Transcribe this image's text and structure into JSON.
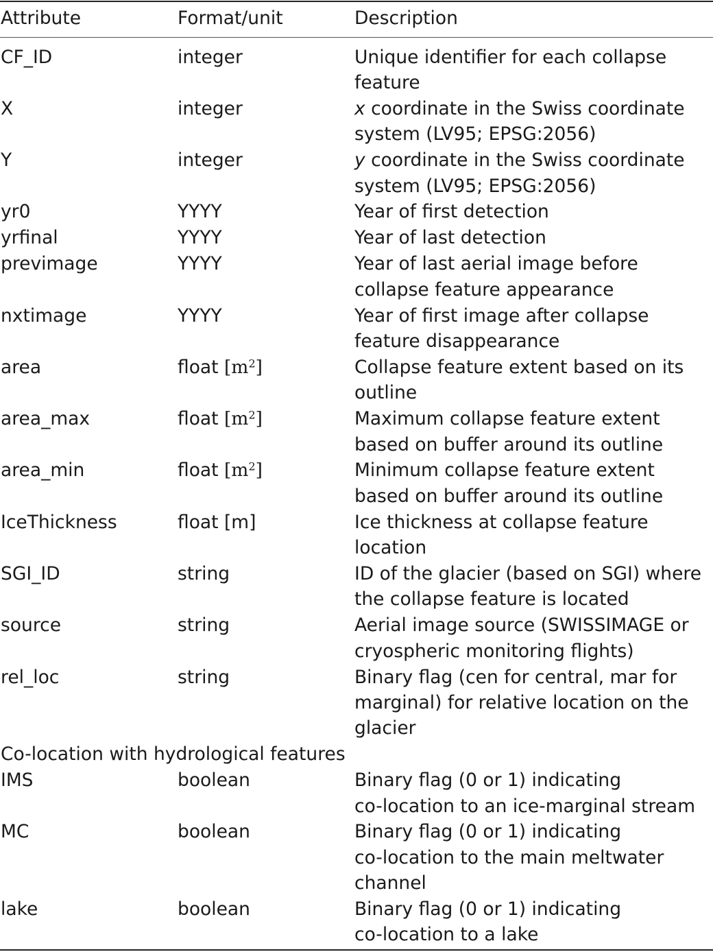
{
  "header": {
    "attribute": "Attribute",
    "format": "Format/unit",
    "description": "Description"
  },
  "rows": [
    {
      "attribute": "CF_ID",
      "format": "integer",
      "description": [
        "Unique identifier for each collapse",
        "feature"
      ]
    },
    {
      "attribute": "X",
      "format": "integer",
      "desc_var": "x",
      "description": [
        " coordinate in the Swiss coordinate",
        "system (LV95; EPSG:2056)"
      ]
    },
    {
      "attribute": "Y",
      "format": "integer",
      "desc_var": "y",
      "description": [
        " coordinate in the Swiss coordinate",
        "system (LV95; EPSG:2056)"
      ]
    },
    {
      "attribute": "yr0",
      "format": "YYYY",
      "description": [
        "Year of first detection"
      ]
    },
    {
      "attribute": "yrfinal",
      "format": "YYYY",
      "description": [
        "Year of last detection"
      ]
    },
    {
      "attribute": "previmage",
      "format": "YYYY",
      "description": [
        "Year of last aerial image before",
        "collapse feature appearance"
      ]
    },
    {
      "attribute": "nxtimage",
      "format": "YYYY",
      "description": [
        "Year of first image after collapse",
        "feature disappearance"
      ]
    },
    {
      "attribute": "area",
      "format_prefix": "float ",
      "unit": "[m",
      "unit_sup": "2",
      "unit_close": "]",
      "description": [
        "Collapse feature extent based on its",
        "outline"
      ]
    },
    {
      "attribute": "area_max",
      "format_prefix": "float ",
      "unit": "[m",
      "unit_sup": "2",
      "unit_close": "]",
      "description": [
        "Maximum collapse feature extent",
        "based on buffer around its outline"
      ]
    },
    {
      "attribute": "area_min",
      "format_prefix": "float ",
      "unit": "[m",
      "unit_sup": "2",
      "unit_close": "]",
      "description": [
        "Minimum collapse feature extent",
        "based on buffer around its outline"
      ]
    },
    {
      "attribute": "IceThickness",
      "format": "float [m]",
      "description": [
        "Ice thickness at collapse feature",
        "location"
      ]
    },
    {
      "attribute": "SGI_ID",
      "format": "string",
      "description": [
        "ID of the glacier (based on SGI) where",
        "the collapse feature is located"
      ]
    },
    {
      "attribute": "source",
      "format": "string",
      "description": [
        "Aerial image source (SWISSIMAGE or",
        "cryospheric monitoring flights)"
      ]
    },
    {
      "attribute": "rel_loc",
      "format": "string",
      "description": [
        "Binary flag (cen for central, mar for",
        "marginal) for relative location on the",
        "glacier"
      ]
    }
  ],
  "section_label": "Co-location with hydrological features",
  "rows2": [
    {
      "attribute": "IMS",
      "format": "boolean",
      "description": [
        "Binary flag (0 or 1) indicating",
        "co-location to an ice-marginal stream"
      ]
    },
    {
      "attribute": "MC",
      "format": "boolean",
      "description": [
        "Binary flag (0 or 1) indicating",
        "co-location to the main meltwater",
        "channel"
      ]
    },
    {
      "attribute": "lake",
      "format": "boolean",
      "description": [
        "Binary flag (0 or 1) indicating",
        "co-location to a lake"
      ]
    }
  ]
}
